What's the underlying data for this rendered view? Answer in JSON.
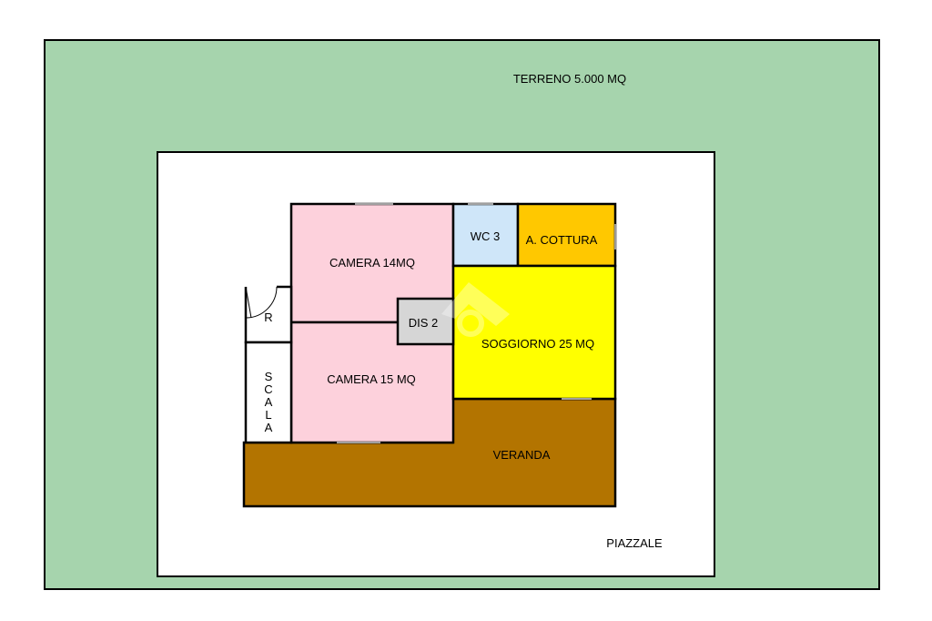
{
  "plot": {
    "label": "TERRENO 5.000 MQ",
    "color": "#a6d4ad"
  },
  "yard": {
    "label": "PIAZZALE",
    "color": "#ffffff"
  },
  "rooms": {
    "camera_14": {
      "label": "CAMERA 14MQ",
      "color": "#fdd1dc"
    },
    "camera_15": {
      "label": "CAMERA 15 MQ",
      "color": "#fdd1dc"
    },
    "wc": {
      "label": "WC 3",
      "color": "#cfe6f9"
    },
    "kitchen": {
      "label": "A. COTTURA",
      "color": "#ffc800"
    },
    "living": {
      "label": "SOGGIORNO 25 MQ",
      "color": "#ffff00"
    },
    "hall": {
      "label": "DIS 2",
      "color": "#d6d6d6"
    },
    "storage": {
      "label": "R",
      "color": "#ffffff"
    },
    "stairs": {
      "label": [
        "S",
        "C",
        "A",
        "L",
        "A"
      ],
      "color": "#ffffff"
    },
    "veranda": {
      "label": "VERANDA",
      "color": "#b37400"
    }
  }
}
